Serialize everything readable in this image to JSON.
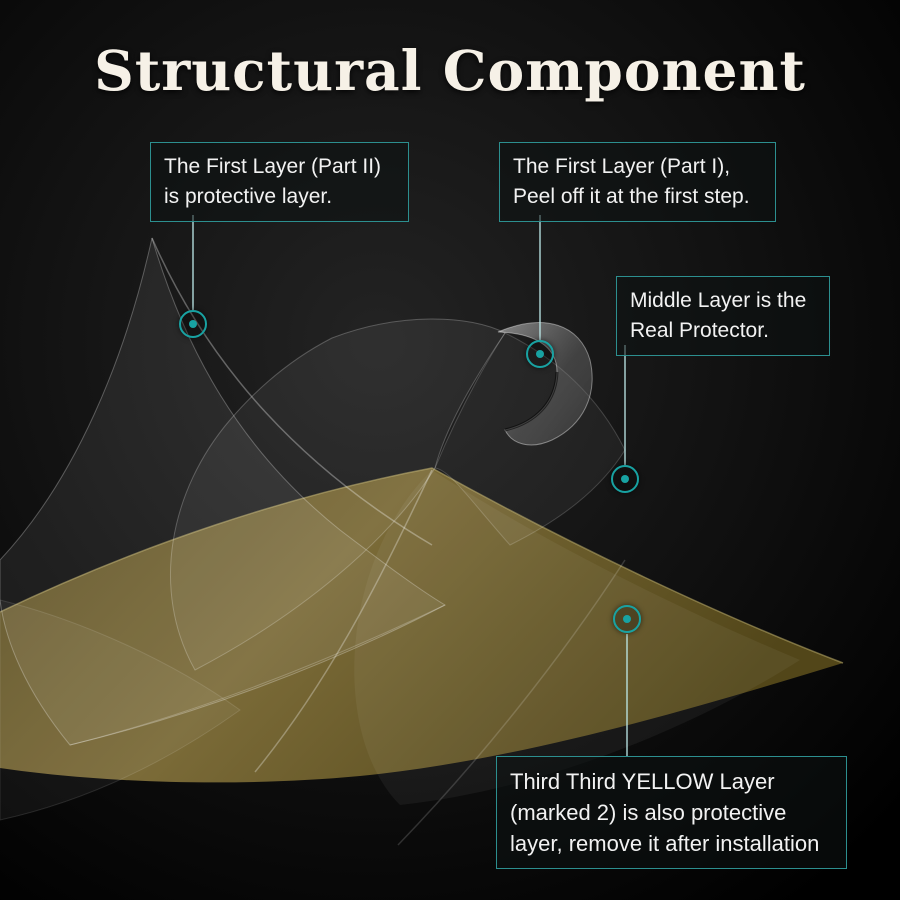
{
  "title": "Structural Component",
  "callouts": [
    {
      "id": "first-layer-part-2",
      "lines": [
        "The First Layer (Part II)",
        "is protective layer."
      ]
    },
    {
      "id": "first-layer-part-1",
      "lines": [
        "The First Layer (Part I),",
        "Peel off it at the first step."
      ]
    },
    {
      "id": "middle-layer",
      "lines": [
        "Middle Layer is the",
        "Real Protector."
      ]
    },
    {
      "id": "yellow-layer",
      "lines": [
        "Third Third YELLOW Layer",
        "(marked 2) is also protective",
        "layer, remove it after installation"
      ]
    }
  ],
  "colors": {
    "background": "#0b0b0b",
    "accent_teal": "#18a2a2",
    "callout_border": "#2c8f8f",
    "yellow_layer": "#6b5c2b",
    "title_color": "#f6f1e7",
    "text_color": "#f2f2f2"
  }
}
